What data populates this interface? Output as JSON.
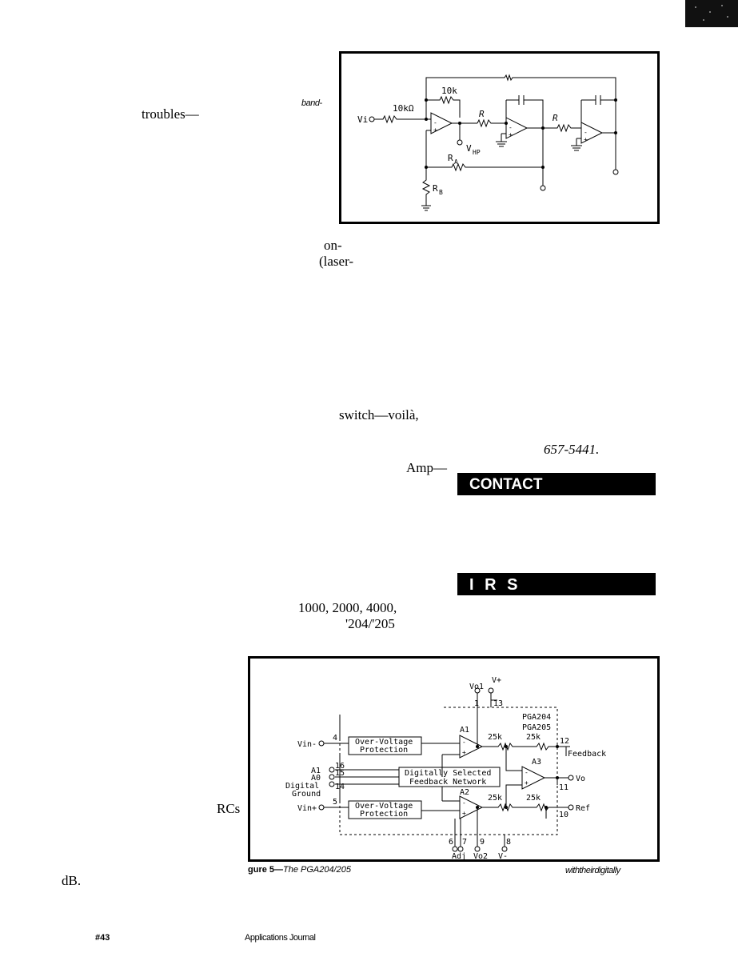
{
  "left_fragments": {
    "band": "band-",
    "troubles": "troubles—",
    "on": "on-",
    "laser": "(laser-",
    "switch": "switch—voilà,",
    "amp": "Amp—",
    "gains": "1000, 2000, 4000,",
    "part": "'204/'205",
    "rcs": "RCs",
    "db": "dB."
  },
  "right_fragments": {
    "phone": "657-5441."
  },
  "section_bars": {
    "contact": "CONTACT",
    "irs": "I R S"
  },
  "figure4": {
    "labels": {
      "vi": "Vi",
      "r10k": "10k",
      "r10k_ohm": "10kΩ",
      "r1": "R",
      "r2": "R",
      "ra": "R",
      "ra_sub": "A",
      "rb": "R",
      "rb_sub": "B",
      "vhp": "V",
      "vhp_sub": "HP"
    }
  },
  "figure5": {
    "labels": {
      "vo1": "Vo1",
      "vplus": "V+",
      "pin1": "1",
      "pin13": "13",
      "part1": "PGA204",
      "part2": "PGA205",
      "vin_minus": "Vin-",
      "pin4": "4",
      "ovp_top_1": "Over-Voltage",
      "ovp_top_2": "Protection",
      "a1": "A1",
      "r25k_1": "25k",
      "r25k_2": "25k",
      "pin12": "12",
      "feedback": "Feedback",
      "a1_in": "A1",
      "pin16": "16",
      "a0_in": "A0",
      "pin15": "15",
      "dsfn_1": "Digitally Selected",
      "dsfn_2": "Feedback Network",
      "a3": "A3",
      "vo": "Vo",
      "digital": "Digital",
      "ground": "Ground",
      "pin14": "14",
      "pin11": "11",
      "a2": "A2",
      "r25k_3": "25k",
      "r25k_4": "25k",
      "vin_plus": "Vin+",
      "pin5": "5",
      "ovp_bot_1": "Over-Voltage",
      "ovp_bot_2": "Protection",
      "ref": "Ref",
      "pin10": "10",
      "pin6": "6",
      "pin7": "7",
      "pin9": "9",
      "pin8": "8",
      "adj": "Adj",
      "vo2": "Vo2",
      "vminus": "V-"
    },
    "caption_start": "gure 5—",
    "caption_part": "The PGA204/205",
    "caption_end": "withtheirdigitally"
  },
  "footer": {
    "issue": "#43",
    "journal": "Applications Journal"
  }
}
